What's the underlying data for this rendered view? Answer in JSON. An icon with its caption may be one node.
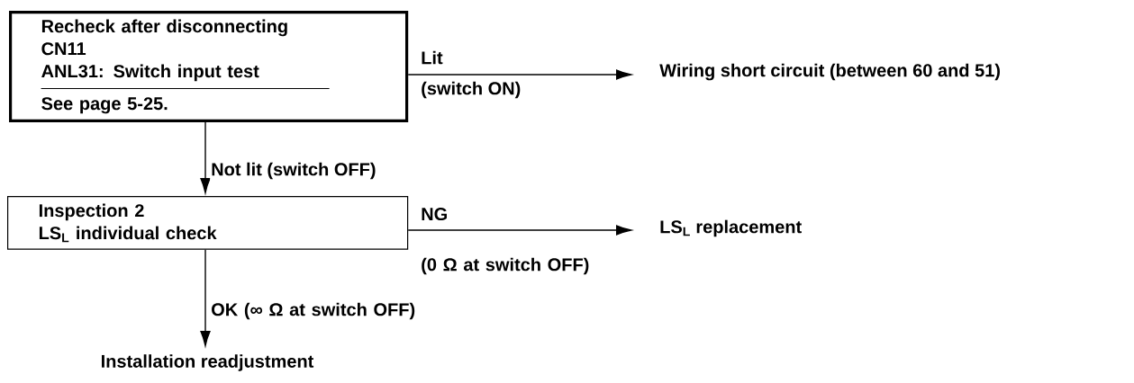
{
  "diagram": {
    "nodes": [
      {
        "text": [
          "Recheck after disconnecting CN11",
          "ANL31: Switch input test",
          "See page 5-25."
        ]
      },
      {
        "text": [
          "Wiring short circuit (between 60 and 51)"
        ]
      },
      {
        "text": [
          "Inspection 2",
          "LS$_{L}$ individual check"
        ]
      },
      {
        "text": [
          "LS$_{L}$ replacement"
        ]
      },
      {
        "text": [
          "Installation readjustment"
        ]
      }
    ],
    "edges": [
      {
        "from": 0,
        "to": 1,
        "arrow": "to",
        "label": "Lit"
      },
      {
        "from": 0,
        "to": 2,
        "arrow": "to",
        "label": "Not lit (switch OFF)"
      },
      {
        "from": 2,
        "to": 3,
        "arrow": "to",
        "label": "NG"
      },
      {
        "from": 2,
        "to": 4,
        "arrow": "to",
        "label": "OK (∞ Ω at switch OFF)"
      }
    ],
    "labels": [
      "(switch ON)",
      "(0 Ω at switch OFF)"
    ]
  }
}
